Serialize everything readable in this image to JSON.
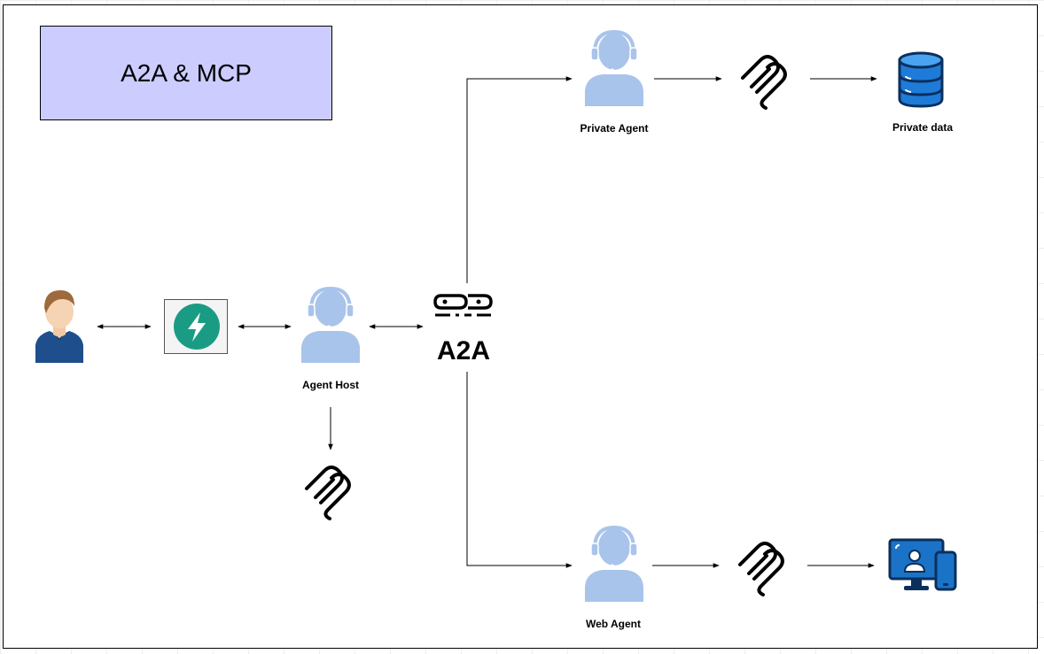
{
  "title": "A2A & MCP",
  "nodes": {
    "agent_host": {
      "label": "Agent Host",
      "icon": "headset-agent-icon"
    },
    "private_agent": {
      "label": "Private Agent",
      "icon": "headset-agent-icon"
    },
    "private_data": {
      "label": "Private data",
      "icon": "database-icon"
    },
    "web_agent": {
      "label": "Web Agent",
      "icon": "headset-agent-icon"
    },
    "user": {
      "icon": "user-avatar-icon"
    },
    "gateway": {
      "icon": "bolt-badge-icon"
    },
    "a2a": {
      "label": "A2A",
      "icon": "a2a-logo-icon"
    },
    "mcp": {
      "icon": "mcp-logo-icon"
    },
    "web_device": {
      "icon": "monitor-phone-icon"
    }
  },
  "colors": {
    "title_fill": "#ccccff",
    "agent_blue": "#a9c4eb",
    "gateway_green": "#1a9c84",
    "database_blue": "#1e7bd8",
    "device_blue": "#1b73c8"
  }
}
